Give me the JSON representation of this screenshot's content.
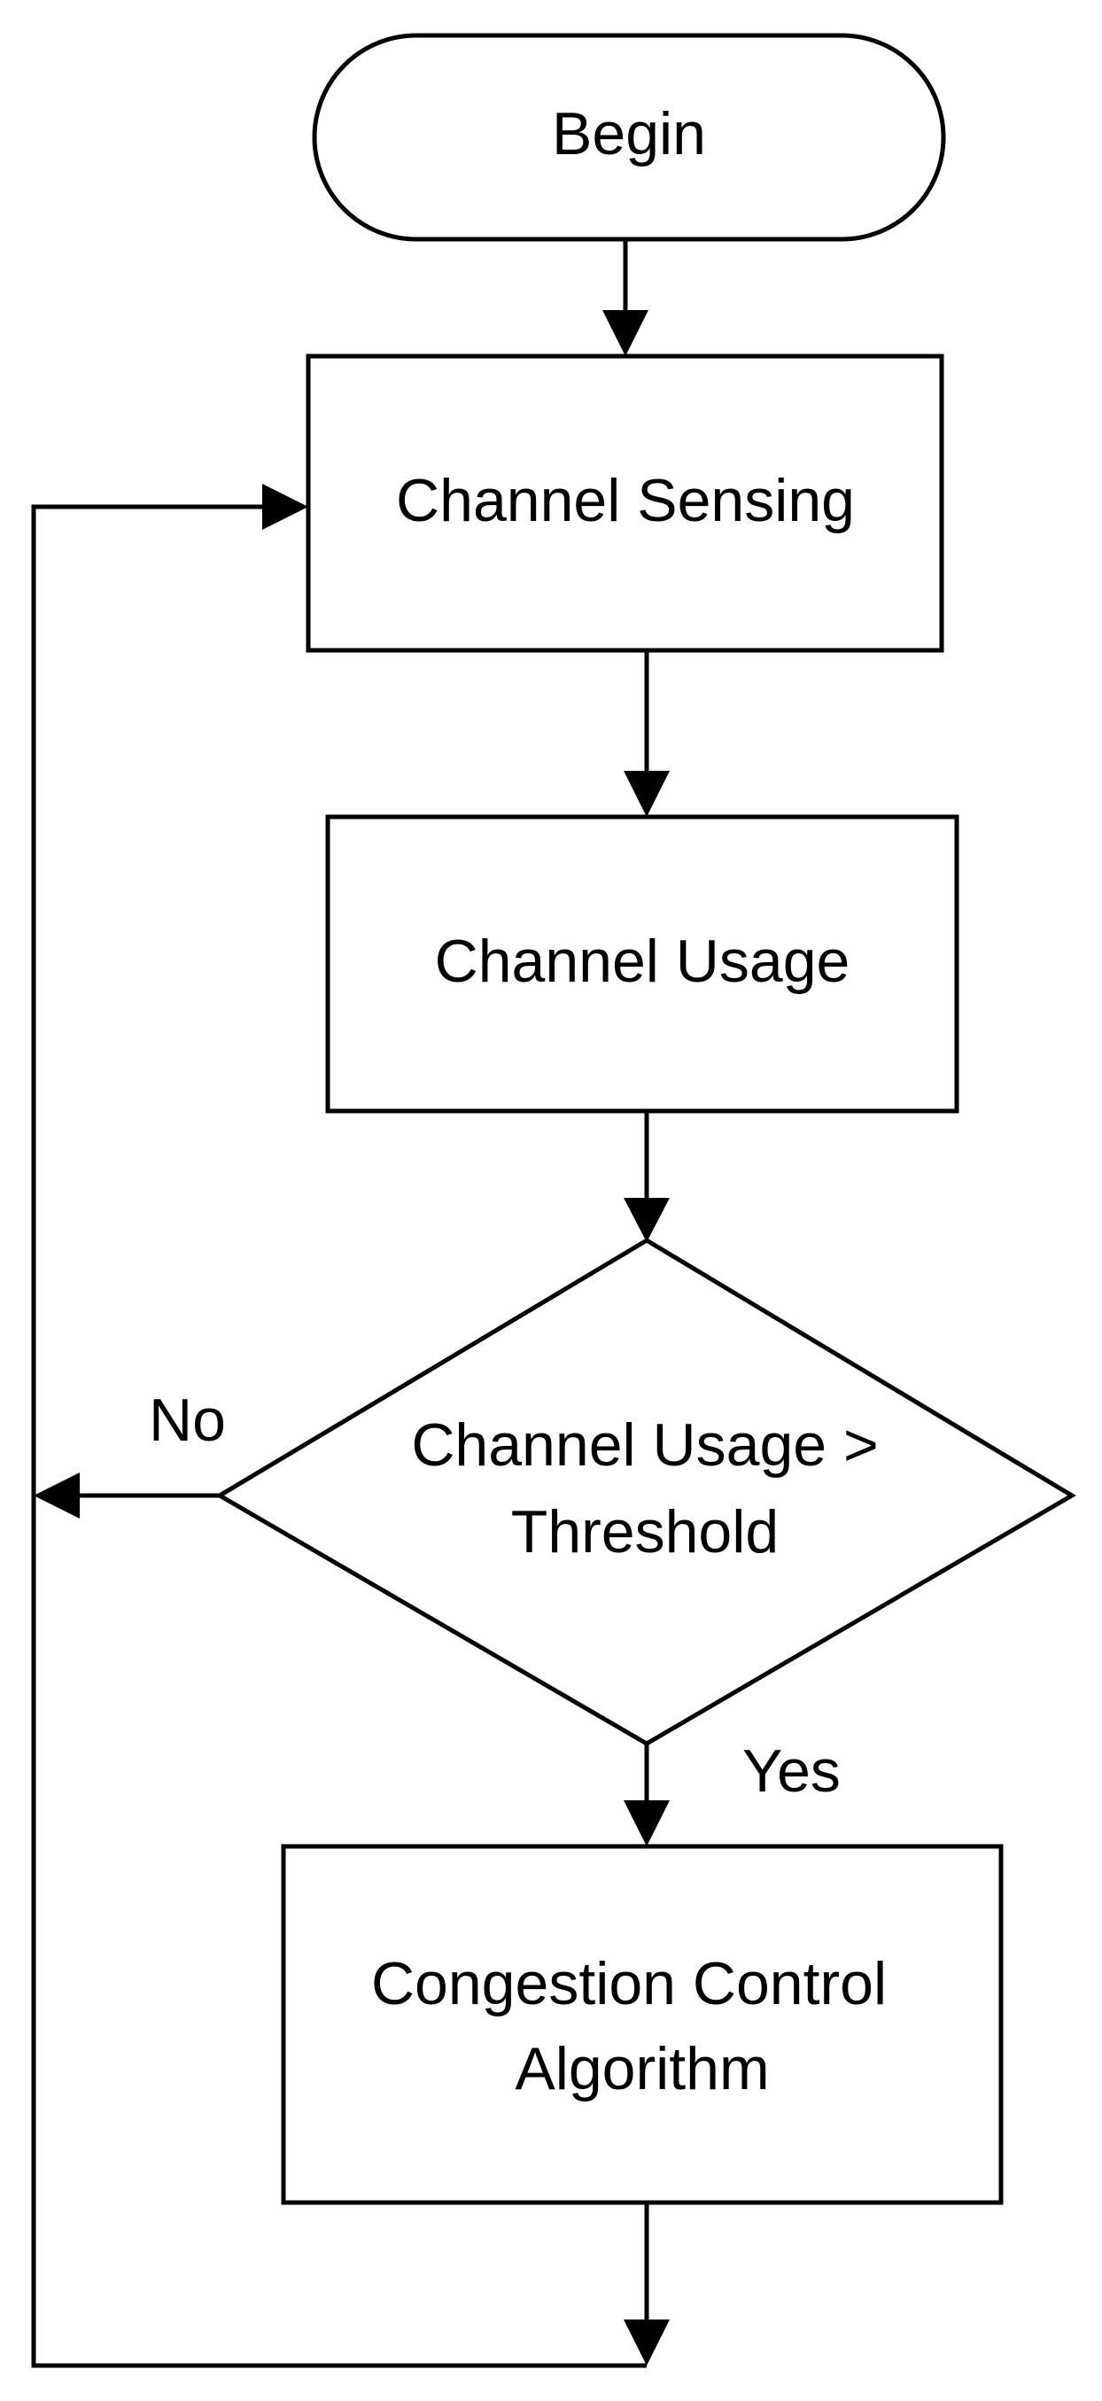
{
  "diagram": {
    "nodes": [
      {
        "id": "begin",
        "shape": "terminator",
        "lines": [
          "Begin"
        ]
      },
      {
        "id": "sensing",
        "shape": "process",
        "lines": [
          "Channel Sensing"
        ]
      },
      {
        "id": "usage",
        "shape": "process",
        "lines": [
          "Channel Usage"
        ]
      },
      {
        "id": "decision",
        "shape": "decision",
        "lines": [
          "Channel Usage >",
          "Threshold"
        ]
      },
      {
        "id": "congestion",
        "shape": "process",
        "lines": [
          "Congestion Control",
          "Algorithm"
        ]
      }
    ],
    "edges": [
      {
        "from": "begin",
        "to": "sensing",
        "label": ""
      },
      {
        "from": "sensing",
        "to": "usage",
        "label": ""
      },
      {
        "from": "usage",
        "to": "decision",
        "label": ""
      },
      {
        "from": "decision",
        "to": "congestion",
        "label": "Yes"
      },
      {
        "from": "decision",
        "to": "sensing",
        "label": "No"
      },
      {
        "from": "congestion",
        "to": "sensing",
        "label": ""
      }
    ]
  }
}
